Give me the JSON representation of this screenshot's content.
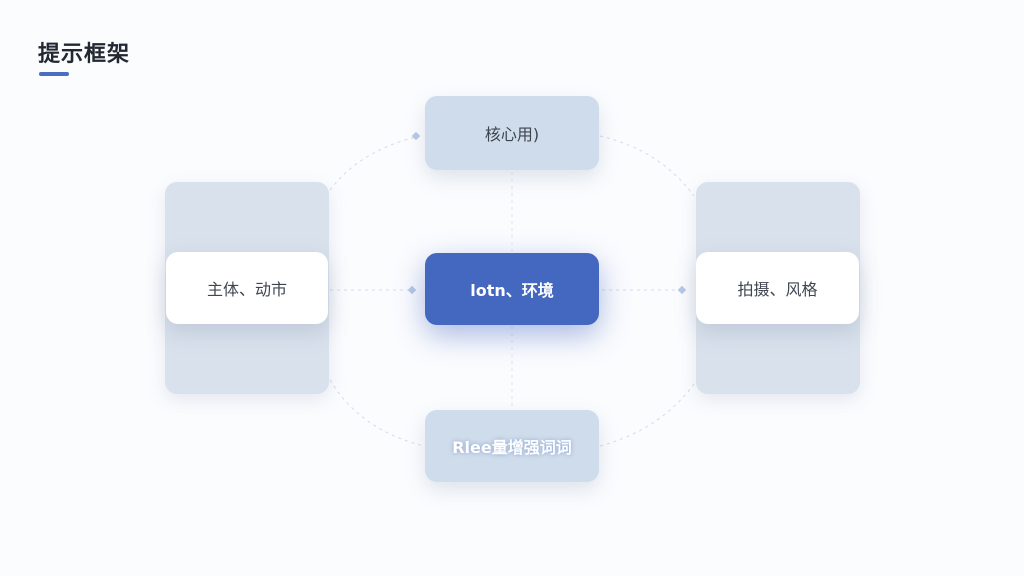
{
  "page": {
    "title": "提示框架",
    "accent_color": "#4a6fc0"
  },
  "diagram": {
    "nodes": {
      "top": {
        "label": "核心用)"
      },
      "center": {
        "label": "lotn、环境"
      },
      "left": {
        "label": "主体、动市"
      },
      "right": {
        "label": "拍摄、风格"
      },
      "bottom": {
        "label": "Rlee量增强词词"
      }
    },
    "colors": {
      "primary": "#4467bf",
      "light_card": "#cfdceb",
      "panel": "#d9e1ec",
      "connector": "#c9d6ea"
    }
  }
}
